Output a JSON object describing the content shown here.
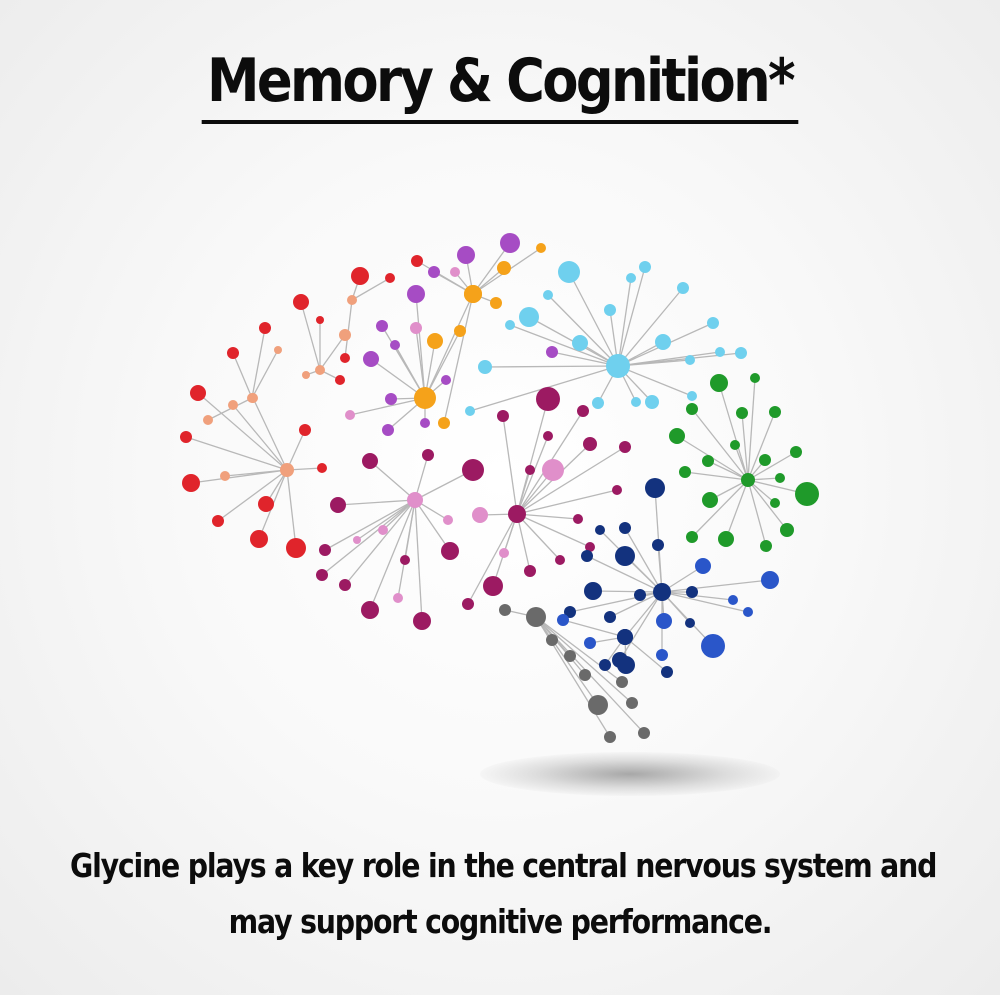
{
  "title": "Memory & Cognition*",
  "caption": {
    "line1": "Glycine plays a key role in the central nervous system and",
    "line2": "may support cognitive performance."
  },
  "colors": {
    "text": "#0c0c0c",
    "red": "#e0242b",
    "salmon": "#f0a07c",
    "magenta": "#9c1a62",
    "pink": "#e08fca",
    "purple": "#a64cc4",
    "orange": "#f5a21a",
    "cyan": "#6fd0ee",
    "green": "#1f9a2a",
    "navy": "#13327e",
    "blue": "#2a56c9",
    "gray": "#6a6a6a"
  },
  "image": {
    "subject": "brain-network-icon",
    "shadow": "ground-shadow"
  }
}
